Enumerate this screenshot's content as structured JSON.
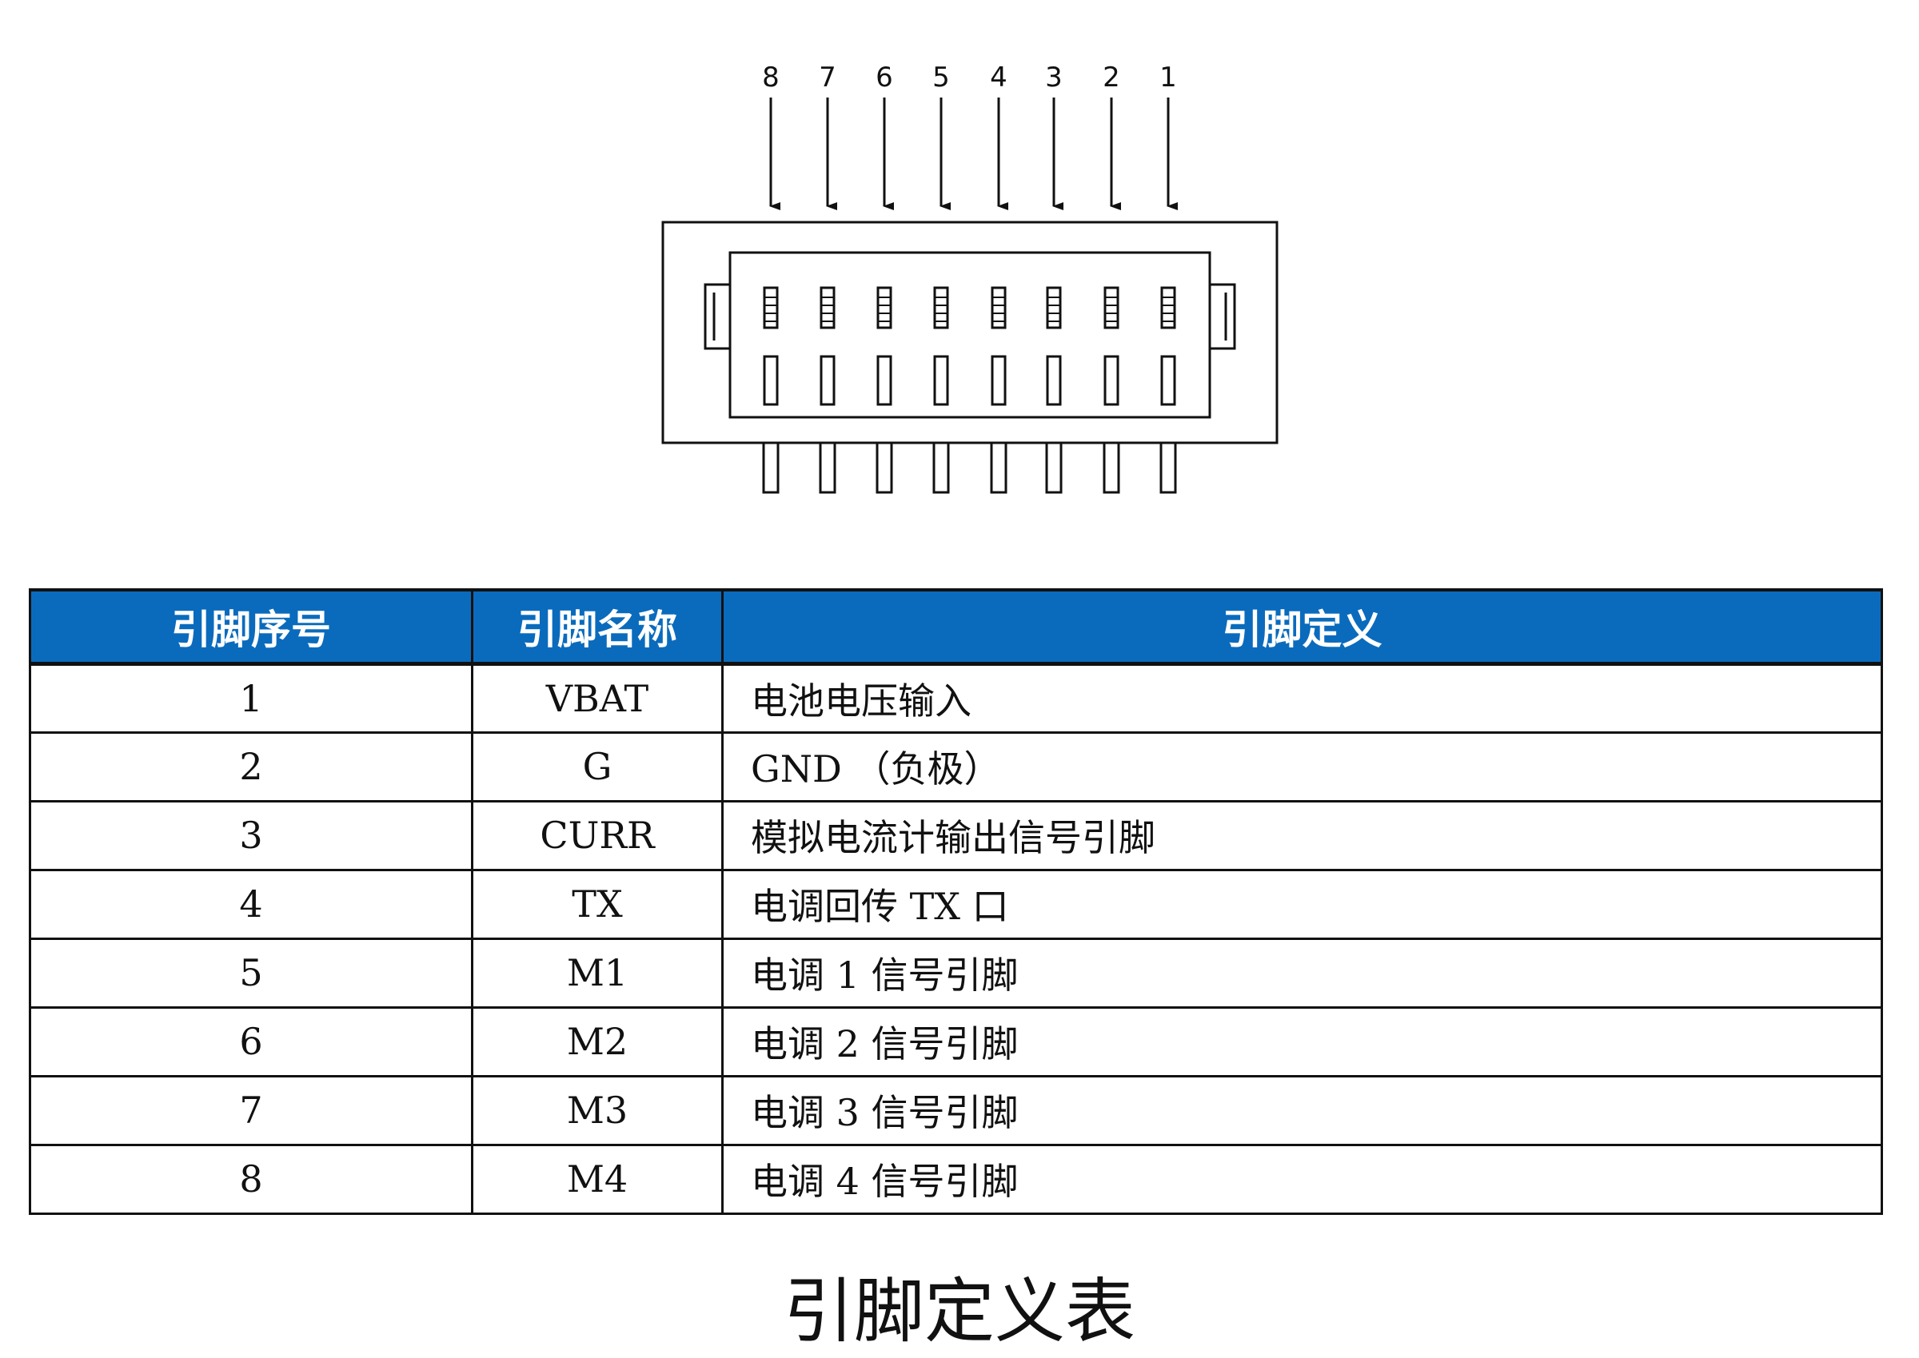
{
  "diagram": {
    "pin_labels": [
      "8",
      "7",
      "6",
      "5",
      "4",
      "3",
      "2",
      "1"
    ]
  },
  "table": {
    "headers": [
      "引脚序号",
      "引脚名称",
      "引脚定义"
    ],
    "rows": [
      {
        "num": "1",
        "name": "VBAT",
        "def": "电池电压输入"
      },
      {
        "num": "2",
        "name": "G",
        "def": "GND （负极）"
      },
      {
        "num": "3",
        "name": "CURR",
        "def": "模拟电流计输出信号引脚"
      },
      {
        "num": "4",
        "name": "TX",
        "def": "电调回传 TX 口"
      },
      {
        "num": "5",
        "name": "M1",
        "def": "电调 1 信号引脚"
      },
      {
        "num": "6",
        "name": "M2",
        "def": "电调 2 信号引脚"
      },
      {
        "num": "7",
        "name": "M3",
        "def": "电调 3 信号引脚"
      },
      {
        "num": "8",
        "name": "M4",
        "def": "电调 4 信号引脚"
      }
    ]
  },
  "caption": "引脚定义表",
  "colors": {
    "header_bg": "#0a6bbd",
    "header_text": "#ffffff",
    "line": "#111111"
  }
}
